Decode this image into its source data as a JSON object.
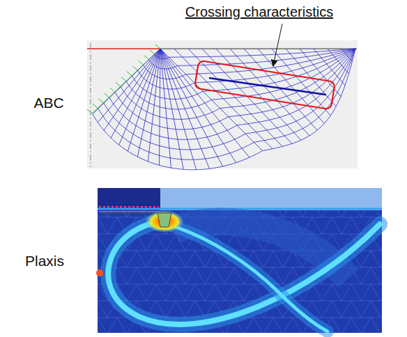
{
  "diagram": {
    "labels": [
      "Crossing characteristics",
      "ABC",
      "Plaxis"
    ]
  }
}
